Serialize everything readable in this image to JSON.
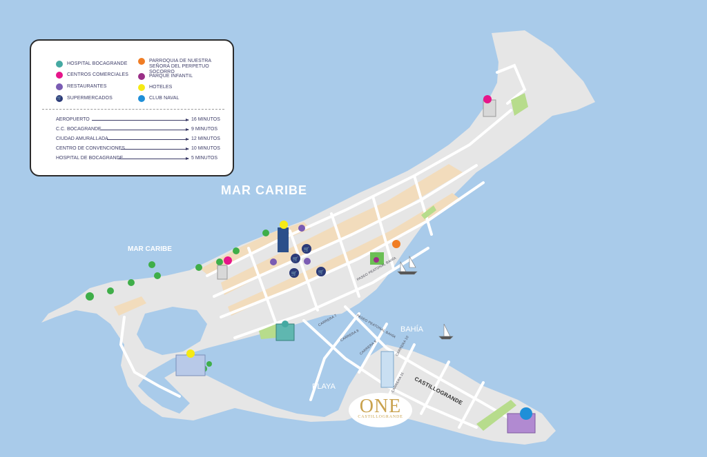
{
  "legend": {
    "items": [
      {
        "label": "HOSPITAL BOCAGRANDE",
        "color": "#45a9a2",
        "icon": "dot-icon"
      },
      {
        "label": "CENTROS COMERCIALES",
        "color": "#e6158a",
        "icon": "dot-icon"
      },
      {
        "label": "RESTAURANTES",
        "color": "#7a5cb3",
        "icon": "dot-icon"
      },
      {
        "label": "SUPERMERCADOS",
        "color": "#2b3a78",
        "icon": "cart-icon"
      },
      {
        "label": "PARROQUIA DE NUESTRA SEÑORA DEL PERPETUO SOCORRO",
        "color": "#f07d24",
        "icon": "dot-icon"
      },
      {
        "label": "PARQUE INFANTIL",
        "color": "#9a2f87",
        "icon": "dot-icon"
      },
      {
        "label": "HOTELES",
        "color": "#f5ea14",
        "icon": "dot-icon"
      },
      {
        "label": "CLUB NAVAL",
        "color": "#1f8fd8",
        "icon": "dot-icon"
      }
    ],
    "distances": [
      {
        "place": "AEROPUERTO",
        "time": "16 MINUTOS"
      },
      {
        "place": "C.C. BOCAGRANDE",
        "time": "9  MINUTOS"
      },
      {
        "place": "CIUDAD AMURALLADA",
        "time": "12 MINUTOS"
      },
      {
        "place": "CENTRO DE CONVENCIONES",
        "time": "10 MINUTOS"
      },
      {
        "place": "HOSPITAL DE BOCAGRANDE",
        "time": "5  MINUTOS"
      }
    ]
  },
  "map": {
    "sea_main": "MAR CARIBE",
    "sea_west": "MAR CARIBE",
    "bay": "BAHÍA",
    "beach": "PLAYA",
    "district": "CASTILLOGRANDE",
    "streets": {
      "paseo1": "PASEO PEATONAL BAHÍA",
      "paseo2": "PASEO PEATONAL BAHÍA",
      "carrera7": "CARRERA 7",
      "carrera8": "CARRERA 8",
      "carrera9": "CARRERA 9",
      "carrera10": "CARRERA 10",
      "carrera11": "CARRERA 11"
    },
    "colors": {
      "sea": "#a9cbea",
      "land": "#e6e6e6",
      "streets": "#ffffff",
      "blocks": "#f2dcbc",
      "park": "#b7dc8c"
    }
  },
  "brand": {
    "main": "ONE",
    "sub": "CASTILLOGRANDE"
  }
}
